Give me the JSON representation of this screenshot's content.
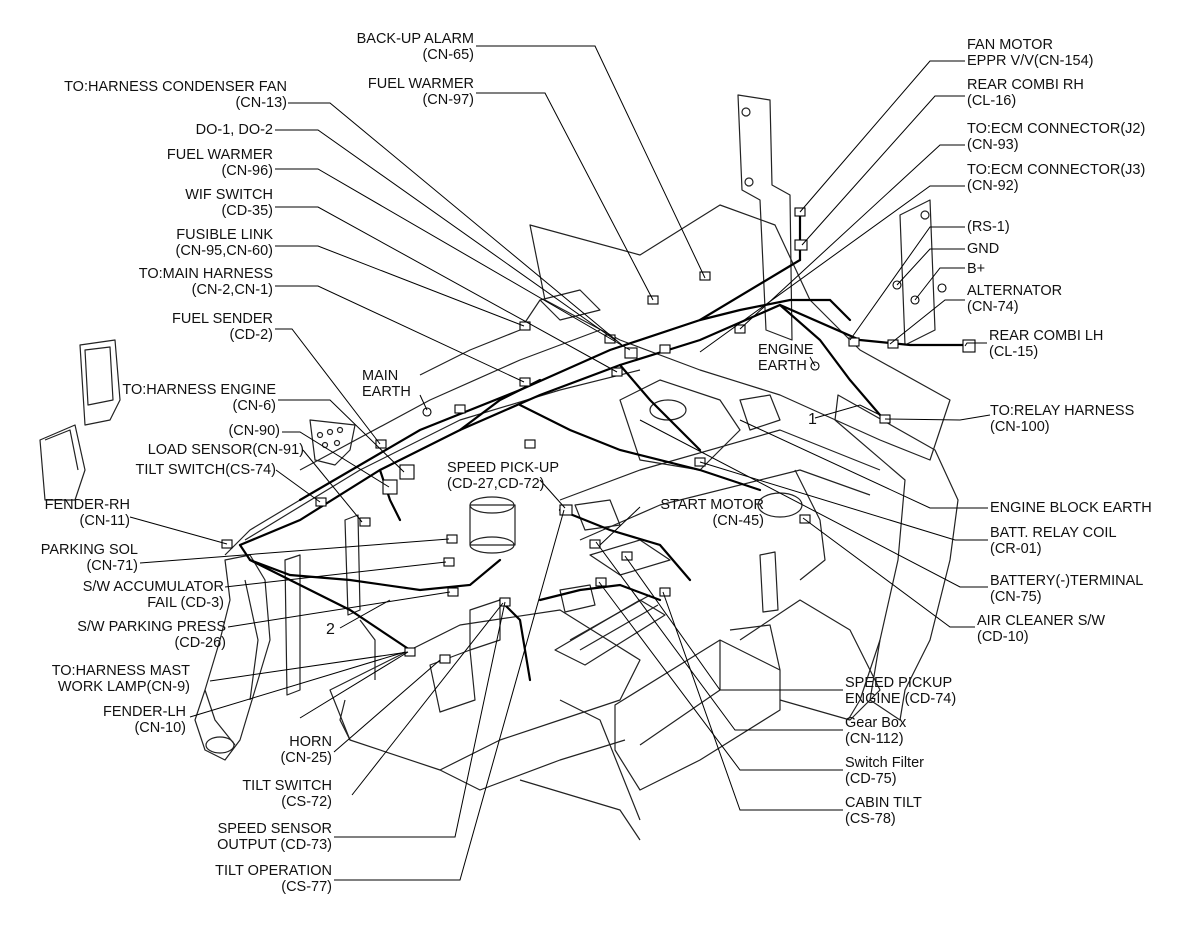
{
  "callouts": {
    "backup_alarm": [
      "BACK-UP ALARM",
      "(CN-65)"
    ],
    "harness_condenser_fan": [
      "TO:HARNESS CONDENSER FAN",
      "(CN-13)"
    ],
    "fuel_warmer_top": [
      "FUEL WARMER",
      "(CN-97)"
    ],
    "do1_do2": [
      "DO-1, DO-2"
    ],
    "fuel_warmer_left": [
      "FUEL WARMER",
      "(CN-96)"
    ],
    "wif_switch": [
      "WIF SWITCH",
      "(CD-35)"
    ],
    "fusible_link": [
      "FUSIBLE LINK",
      "(CN-95,CN-60)"
    ],
    "main_harness": [
      "TO:MAIN HARNESS",
      "(CN-2,CN-1)"
    ],
    "fuel_sender": [
      "FUEL SENDER",
      "(CD-2)"
    ],
    "main_earth": [
      "MAIN",
      "EARTH"
    ],
    "harness_engine": [
      "TO:HARNESS ENGINE",
      "(CN-6)"
    ],
    "cn90": [
      "(CN-90)"
    ],
    "load_sensor": [
      "LOAD SENSOR(CN-91)"
    ],
    "tilt_switch_cs74": [
      "TILT SWITCH(CS-74)"
    ],
    "fender_rh": [
      "FENDER-RH",
      "(CN-11)"
    ],
    "parking_sol": [
      "PARKING SOL",
      "(CN-71)"
    ],
    "sw_accumulator": [
      "S/W ACCUMULATOR",
      "FAIL (CD-3)"
    ],
    "sw_parking_press": [
      "S/W PARKING PRESS",
      "(CD-26)"
    ],
    "harness_mast": [
      "TO:HARNESS MAST",
      "WORK LAMP(CN-9)"
    ],
    "fender_lh": [
      "FENDER-LH",
      "(CN-10)"
    ],
    "horn": [
      "HORN",
      "(CN-25)"
    ],
    "tilt_switch_cs72": [
      "TILT SWITCH",
      "(CS-72)"
    ],
    "speed_sensor_output": [
      "SPEED SENSOR",
      "OUTPUT (CD-73)"
    ],
    "tilt_operation": [
      "TILT OPERATION",
      "(CS-77)"
    ],
    "speed_pickup": [
      "SPEED PICK-UP",
      "(CD-27,CD-72)"
    ],
    "start_motor": [
      "START MOTOR",
      "(CN-45)"
    ],
    "fan_motor": [
      "FAN MOTOR",
      "EPPR V/V(CN-154)"
    ],
    "rear_combi_rh": [
      "REAR COMBI RH",
      "(CL-16)"
    ],
    "ecm_j2": [
      "TO:ECM CONNECTOR(J2)",
      "(CN-93)"
    ],
    "ecm_j3": [
      "TO:ECM CONNECTOR(J3)",
      "(CN-92)"
    ],
    "rs1": [
      "(RS-1)"
    ],
    "gnd": [
      "GND"
    ],
    "b_plus": [
      "B+"
    ],
    "alternator": [
      "ALTERNATOR",
      "(CN-74)"
    ],
    "rear_combi_lh": [
      "REAR COMBI LH",
      "(CL-15)"
    ],
    "engine_earth": [
      "ENGINE",
      "EARTH"
    ],
    "relay_harness": [
      "TO:RELAY HARNESS",
      "(CN-100)"
    ],
    "engine_block_earth": [
      "ENGINE BLOCK EARTH"
    ],
    "batt_relay_coil": [
      "BATT. RELAY COIL",
      "(CR-01)"
    ],
    "battery_terminal": [
      "BATTERY(-)TERMINAL",
      "(CN-75)"
    ],
    "air_cleaner": [
      "AIR CLEANER S/W",
      "(CD-10)"
    ],
    "speed_pickup_engine": [
      "SPEED PICKUP",
      "ENGINE (CD-74)"
    ],
    "gear_box": [
      "Gear Box",
      "(CN-112)"
    ],
    "switch_filter": [
      "Switch Filter",
      "(CD-75)"
    ],
    "cabin_tilt": [
      "CABIN TILT",
      "(CS-78)"
    ],
    "marker_1": [
      "1"
    ],
    "marker_2": [
      "2"
    ]
  }
}
